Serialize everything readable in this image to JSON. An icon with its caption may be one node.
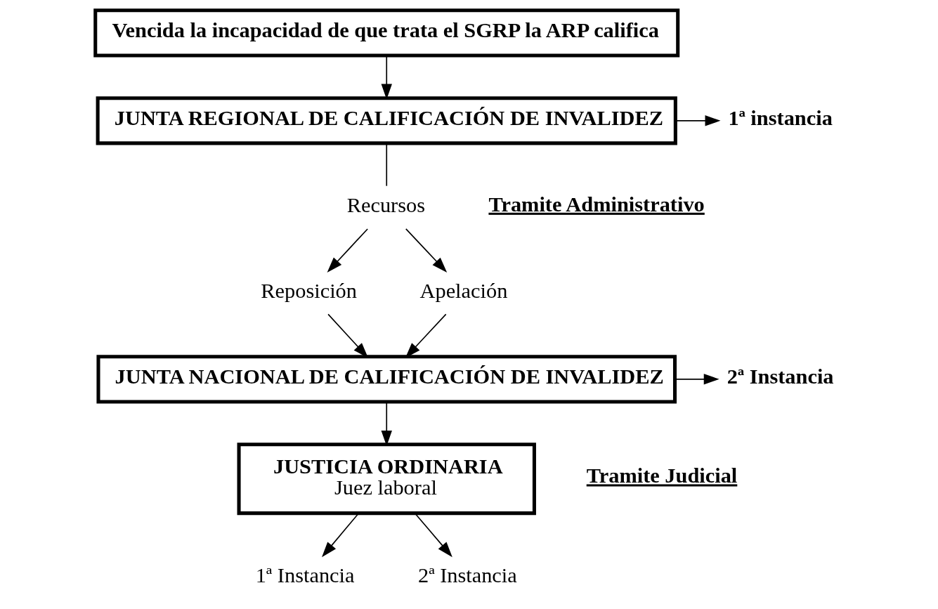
{
  "diagram": {
    "nodes": [
      {
        "text": [
          "Vencida la incapacidad de que trata el SGRP la ARP califica"
        ]
      },
      {
        "text": [
          "JUNTA REGIONAL DE CALIFICACIÓN DE INVALIDEZ"
        ]
      },
      {
        "text": [
          "1ª instancia"
        ]
      },
      {
        "text": [
          "Recursos"
        ]
      },
      {
        "text": [
          "Reposición"
        ]
      },
      {
        "text": [
          "Apelación"
        ]
      },
      {
        "text": [
          "JUNTA NACIONAL DE CALIFICACIÓN DE INVALIDEZ"
        ]
      },
      {
        "text": [
          "2ª Instancia"
        ]
      },
      {
        "text": [
          "JUSTICIA ORDINARIA",
          "Juez laboral"
        ]
      },
      {
        "text": [
          "1ª Instancia"
        ]
      },
      {
        "text": [
          "2ª Instancia"
        ]
      }
    ],
    "edges": [
      {
        "from": 0,
        "to": 1,
        "arrow": "to"
      },
      {
        "from": 1,
        "to": 2,
        "arrow": "to"
      },
      {
        "from": 1,
        "to": 3,
        "arrow": "none"
      },
      {
        "from": 3,
        "to": 4,
        "arrow": "to"
      },
      {
        "from": 3,
        "to": 5,
        "arrow": "to"
      },
      {
        "from": 4,
        "to": 6,
        "arrow": "to"
      },
      {
        "from": 5,
        "to": 6,
        "arrow": "to"
      },
      {
        "from": 6,
        "to": 7,
        "arrow": "to"
      },
      {
        "from": 6,
        "to": 8,
        "arrow": "to"
      },
      {
        "from": 8,
        "to": 9,
        "arrow": "to"
      },
      {
        "from": 8,
        "to": 10,
        "arrow": "to"
      }
    ],
    "labels": [
      "Tramite Administrativo",
      "Tramite Judicial"
    ]
  }
}
